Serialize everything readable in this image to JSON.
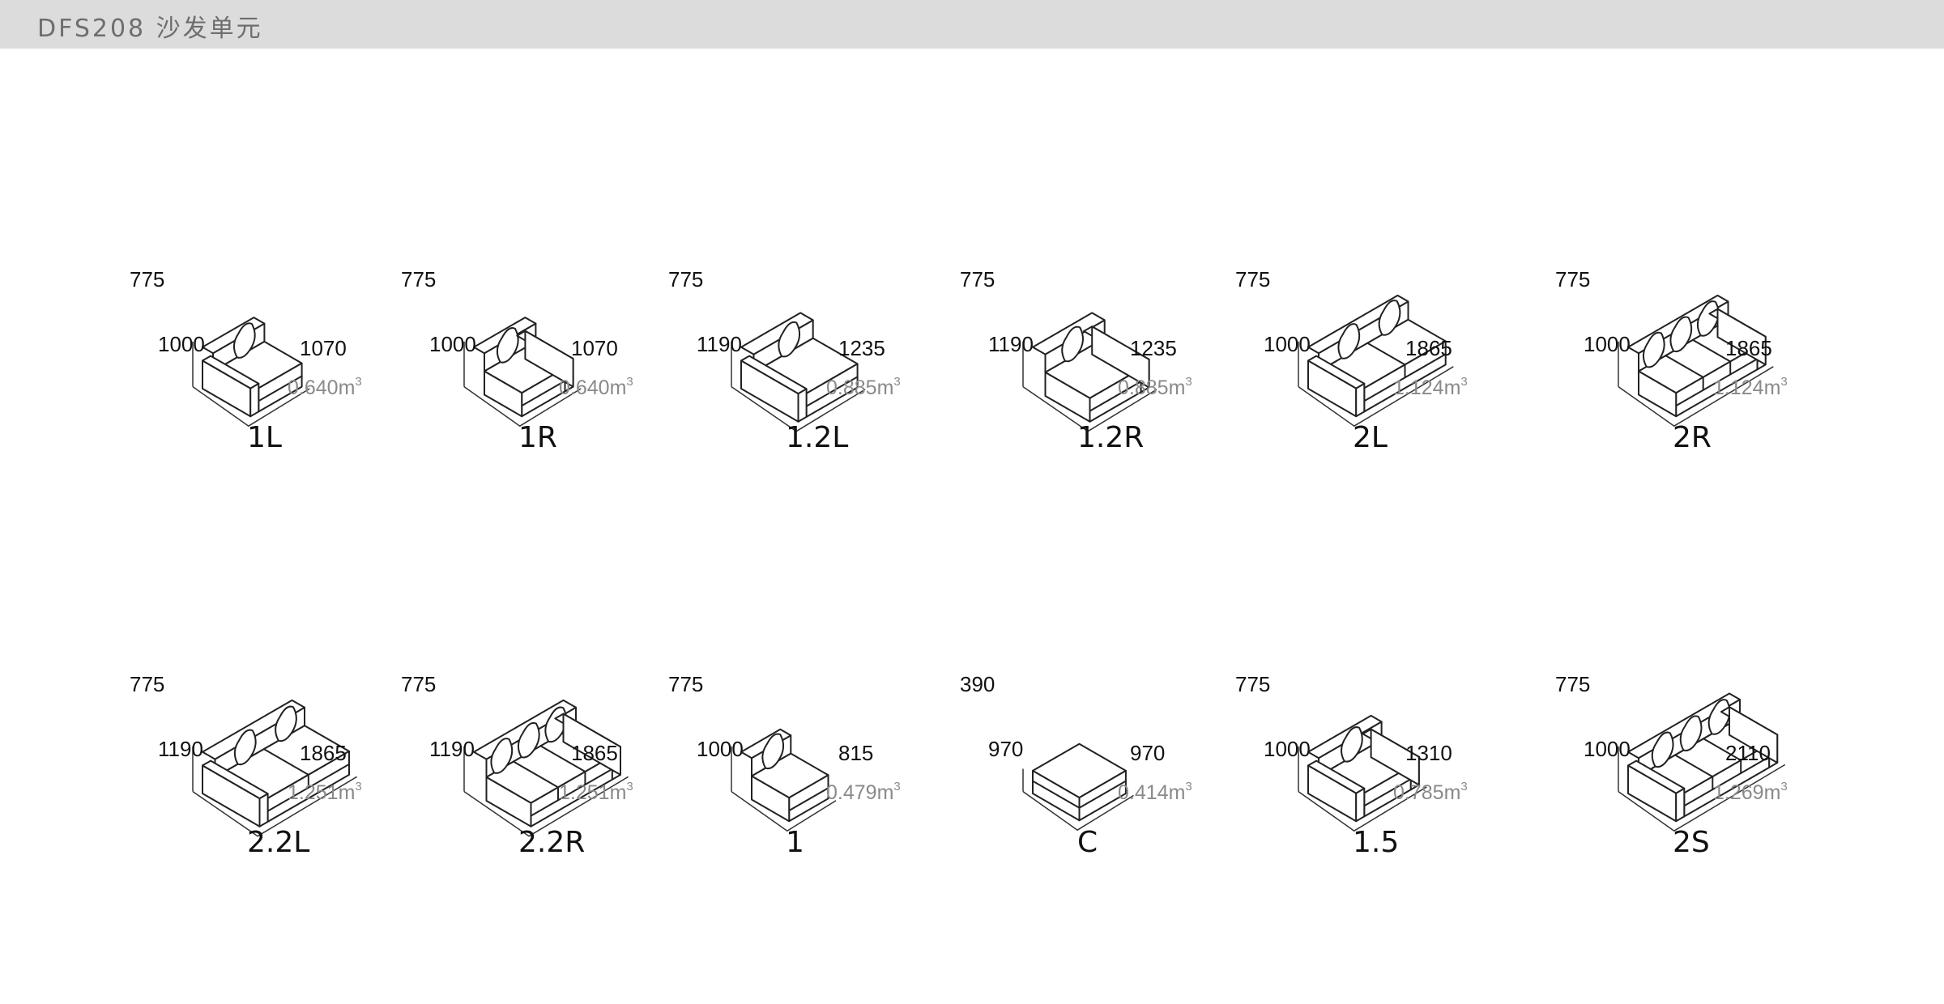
{
  "header": {
    "title": "DFS208 沙发单元"
  },
  "units": [
    {
      "code": "1L",
      "height": "775",
      "depth": "1000",
      "width": "1070",
      "volume": "0.640",
      "unit": "m",
      "exp": "3",
      "type": "left",
      "seats": 1
    },
    {
      "code": "1R",
      "height": "775",
      "depth": "1000",
      "width": "1070",
      "volume": "0.640",
      "unit": "m",
      "exp": "3",
      "type": "right",
      "seats": 1
    },
    {
      "code": "1.2L",
      "height": "775",
      "depth": "1190",
      "width": "1235",
      "volume": "0.885",
      "unit": "m",
      "exp": "3",
      "type": "left",
      "seats": 1
    },
    {
      "code": "1.2R",
      "height": "775",
      "depth": "1190",
      "width": "1235",
      "volume": "0.885",
      "unit": "m",
      "exp": "3",
      "type": "right",
      "seats": 1
    },
    {
      "code": "2L",
      "height": "775",
      "depth": "1000",
      "width": "1865",
      "volume": "1.124",
      "unit": "m",
      "exp": "3",
      "type": "left",
      "seats": 2
    },
    {
      "code": "2R",
      "height": "775",
      "depth": "1000",
      "width": "1865",
      "volume": "1.124",
      "unit": "m",
      "exp": "3",
      "type": "right",
      "seats": 3
    },
    {
      "code": "2.2L",
      "height": "775",
      "depth": "1190",
      "width": "1865",
      "volume": "1.251",
      "unit": "m",
      "exp": "3",
      "type": "left",
      "seats": 2
    },
    {
      "code": "2.2R",
      "height": "775",
      "depth": "1190",
      "width": "1865",
      "volume": "1.251",
      "unit": "m",
      "exp": "3",
      "type": "right",
      "seats": 3
    },
    {
      "code": "1",
      "height": "775",
      "depth": "1000",
      "width": "815",
      "volume": "0.479",
      "unit": "m",
      "exp": "3",
      "type": "armless",
      "seats": 1
    },
    {
      "code": "C",
      "height": "390",
      "depth": "970",
      "width": "970",
      "volume": "0.414",
      "unit": "m",
      "exp": "3",
      "type": "ottoman",
      "seats": 0
    },
    {
      "code": "1.5",
      "height": "775",
      "depth": "1000",
      "width": "1310",
      "volume": "0.785",
      "unit": "m",
      "exp": "3",
      "type": "both",
      "seats": 1
    },
    {
      "code": "2S",
      "height": "775",
      "depth": "1000",
      "width": "2110",
      "volume": "1.269",
      "unit": "m",
      "exp": "3",
      "type": "both",
      "seats": 3
    }
  ]
}
